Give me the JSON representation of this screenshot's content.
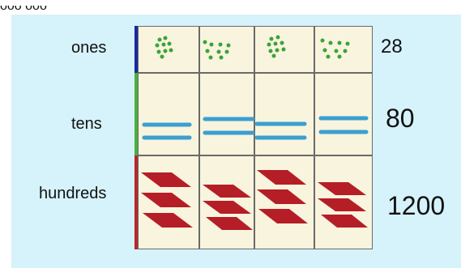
{
  "header_fragment": "ooo    ooo",
  "rows": [
    {
      "label": "ones",
      "value": "28",
      "color": "#1a2a9c"
    },
    {
      "label": "tens",
      "value": "80",
      "color": "#4caf3f"
    },
    {
      "label": "hundreds",
      "value": "1200",
      "color": "#b5292c"
    }
  ],
  "columns": 4,
  "colors": {
    "background": "#d6f2fb",
    "cell": "#f8f4dd",
    "ones_dots": "#3aa33a",
    "tens_rods": "#3a9fd0",
    "hundreds_flats": "#b51e26"
  },
  "icons": {
    "ones": "dot-cluster-icon",
    "tens": "ten-rod-icon",
    "hundreds": "hundred-flat-icon"
  }
}
